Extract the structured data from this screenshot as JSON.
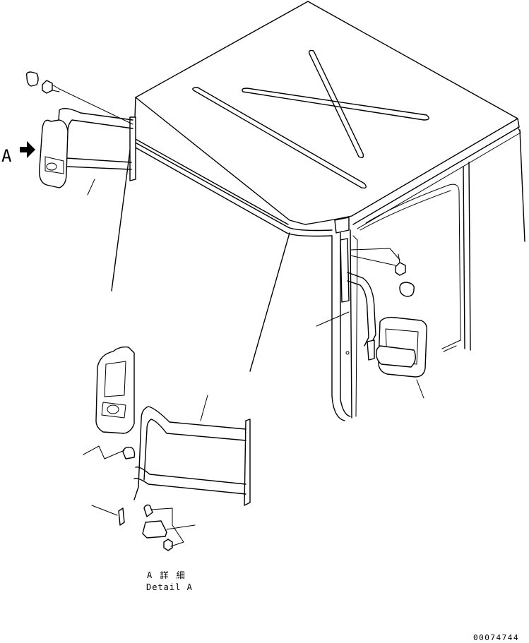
{
  "view_label": {
    "letter": "A"
  },
  "detail_caption": {
    "ja": "A 詳 細",
    "en": "Detail A"
  },
  "drawing_number": "00074744",
  "colors": {
    "line": "#000000",
    "background": "#ffffff"
  }
}
